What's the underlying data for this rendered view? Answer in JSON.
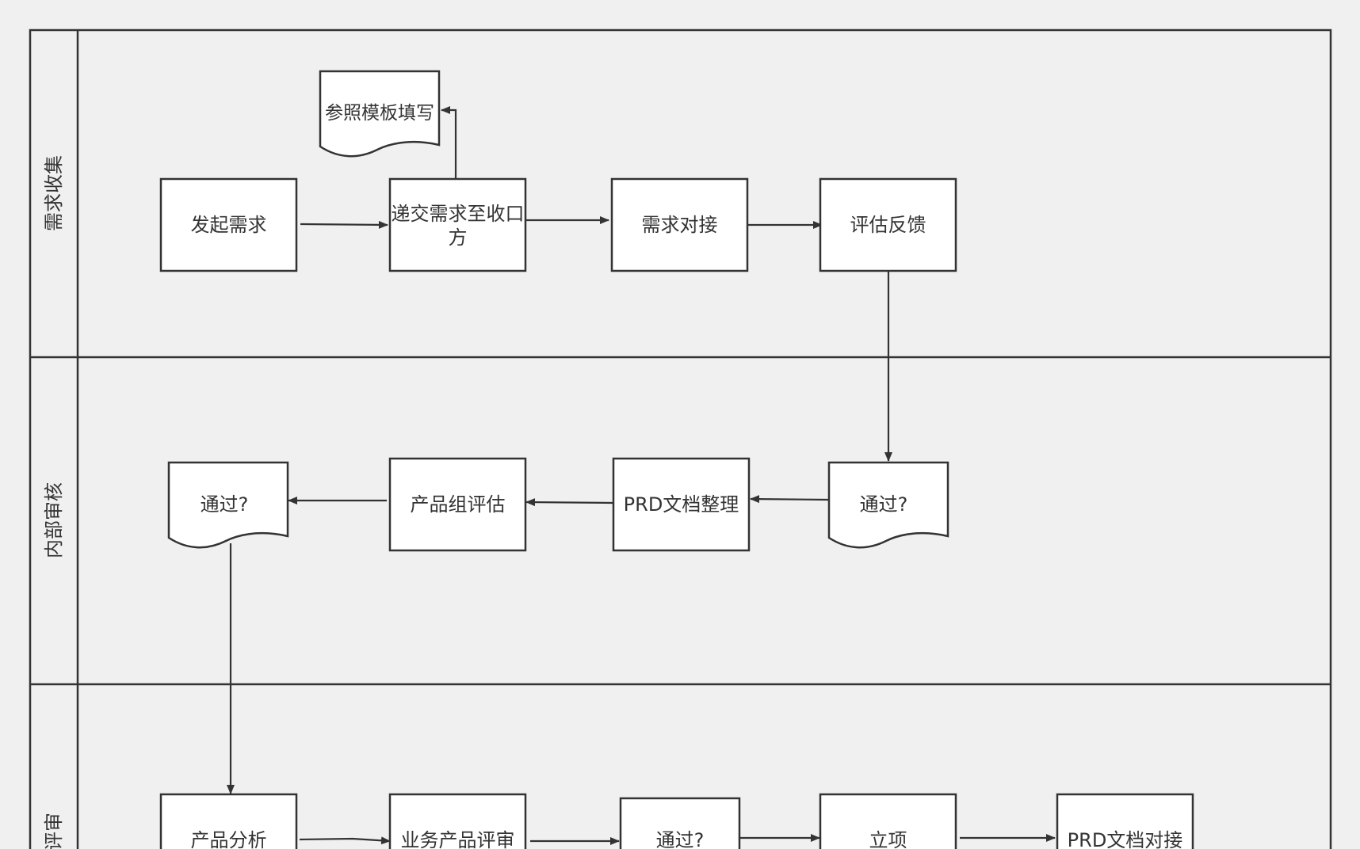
{
  "lanes": [
    {
      "label": "需求收集"
    },
    {
      "label": "内部审核"
    },
    {
      "label": "评审"
    }
  ],
  "nodes": [
    {
      "id": "n1",
      "lines": [
        "发起需求"
      ]
    },
    {
      "id": "n2",
      "lines": [
        "递交需求至收口",
        "方"
      ]
    },
    {
      "id": "n3",
      "lines": [
        "需求对接"
      ]
    },
    {
      "id": "n4",
      "lines": [
        "评估反馈"
      ]
    },
    {
      "id": "doc_template",
      "lines": [
        "参照模板填写"
      ]
    },
    {
      "id": "doc_pass1",
      "lines": [
        "通过?"
      ]
    },
    {
      "id": "n5",
      "lines": [
        "PRD文档整理"
      ]
    },
    {
      "id": "n6",
      "lines": [
        "产品组评估"
      ]
    },
    {
      "id": "doc_pass2",
      "lines": [
        "通过?"
      ]
    },
    {
      "id": "n7",
      "lines": [
        "产品分析"
      ]
    },
    {
      "id": "n8",
      "lines": [
        "业务产品评审"
      ]
    },
    {
      "id": "n9",
      "lines": [
        "通过?"
      ]
    },
    {
      "id": "n10",
      "lines": [
        "立项"
      ]
    },
    {
      "id": "n11",
      "lines": [
        "PRD文档对接"
      ]
    }
  ]
}
